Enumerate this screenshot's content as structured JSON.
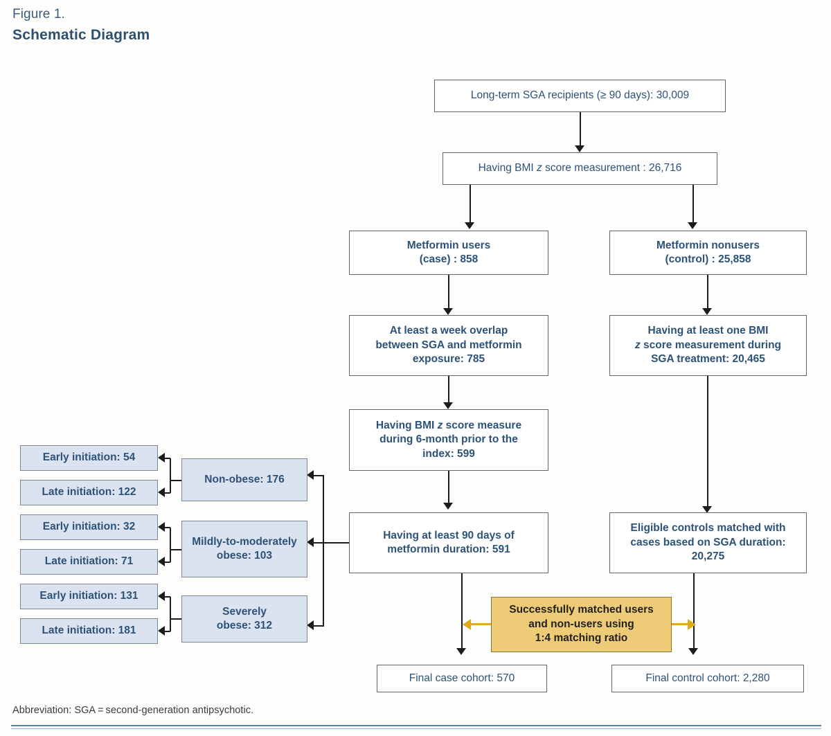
{
  "figure": {
    "label": "Figure 1.",
    "title": "Schematic Diagram",
    "footnote": "Abbreviation: SGA = second-generation antipsychotic."
  },
  "colors": {
    "title_blue": "#2d4f70",
    "box_text_blue": "#2d5277",
    "box_border_gray": "#5e6469",
    "blue_fill": "#dbe3f1",
    "gold_fill": "#eecb77",
    "gold_border": "#8c7434",
    "gold_arrow": "#e0a91e",
    "connector_black": "#1c1c1c",
    "rule_blue": "#5b7ea6"
  },
  "chart_data": {
    "type": "diagram",
    "title": "Schematic Diagram",
    "nodes": [
      {
        "id": "n1",
        "text": "Long-term SGA recipients (≥ 90 days): 30,009",
        "value": 30009
      },
      {
        "id": "n2",
        "text": "Having BMI z score measurement : 26,716",
        "value": 26716
      },
      {
        "id": "n3",
        "text": "Metformin users (case) : 858",
        "value": 858
      },
      {
        "id": "n4",
        "text": "Metformin nonusers (control) : 25,858",
        "value": 25858
      },
      {
        "id": "n5",
        "text": "At least a week overlap between SGA and metformin exposure: 785",
        "value": 785
      },
      {
        "id": "n6",
        "text": "Having at least one BMI z score measurement during SGA treatment: 20,465",
        "value": 20465
      },
      {
        "id": "n7",
        "text": "Having BMI z score measure during 6-month prior to the index: 599",
        "value": 599
      },
      {
        "id": "n8",
        "text": "Having at least 90 days of metformin duration: 591",
        "value": 591
      },
      {
        "id": "n9",
        "text": "Eligible controls matched with cases based on SGA duration: 20,275",
        "value": 20275
      },
      {
        "id": "n10",
        "text": "Successfully matched users and non-users using 1:4 matching ratio",
        "value": null
      },
      {
        "id": "n11",
        "text": "Final case cohort: 570",
        "value": 570
      },
      {
        "id": "n12",
        "text": "Final control cohort: 2,280",
        "value": 2280
      },
      {
        "id": "n13",
        "text": "Non-obese: 176",
        "value": 176
      },
      {
        "id": "n14",
        "text": "Mildly-to-moderately obese: 103",
        "value": 103
      },
      {
        "id": "n15",
        "text": "Severely obese: 312",
        "value": 312
      },
      {
        "id": "n16",
        "text": "Early initiation: 54",
        "value": 54
      },
      {
        "id": "n17",
        "text": "Late initiation: 122",
        "value": 122
      },
      {
        "id": "n18",
        "text": "Early initiation: 32",
        "value": 32
      },
      {
        "id": "n19",
        "text": "Late initiation: 71",
        "value": 71
      },
      {
        "id": "n20",
        "text": "Early initiation: 131",
        "value": 131
      },
      {
        "id": "n21",
        "text": "Late initiation: 181",
        "value": 181
      }
    ],
    "edges": [
      {
        "from": "n1",
        "to": "n2"
      },
      {
        "from": "n2",
        "to": "n3"
      },
      {
        "from": "n2",
        "to": "n4"
      },
      {
        "from": "n3",
        "to": "n5"
      },
      {
        "from": "n4",
        "to": "n6"
      },
      {
        "from": "n5",
        "to": "n7"
      },
      {
        "from": "n7",
        "to": "n8"
      },
      {
        "from": "n6",
        "to": "n9"
      },
      {
        "from": "n8",
        "to": "n13"
      },
      {
        "from": "n8",
        "to": "n14"
      },
      {
        "from": "n8",
        "to": "n15"
      },
      {
        "from": "n13",
        "to": "n16"
      },
      {
        "from": "n13",
        "to": "n17"
      },
      {
        "from": "n14",
        "to": "n18"
      },
      {
        "from": "n14",
        "to": "n19"
      },
      {
        "from": "n15",
        "to": "n20"
      },
      {
        "from": "n15",
        "to": "n21"
      },
      {
        "from": "n8",
        "to": "n11"
      },
      {
        "from": "n9",
        "to": "n12"
      },
      {
        "from": "n10",
        "to": "n11"
      },
      {
        "from": "n10",
        "to": "n12"
      }
    ]
  },
  "boxes": {
    "sga_recipients": {
      "pre": "Long-term SGA recipients (≥ 90 days): 30,009"
    },
    "bmi_measurement": {
      "pre": "Having BMI ",
      "italic": "z",
      "post": " score measurement : 26,716"
    },
    "metformin_users": {
      "line1": "Metformin users",
      "line2": "(case) : 858"
    },
    "metformin_nonusers": {
      "line1": "Metformin nonusers",
      "line2": "(control) : 25,858"
    },
    "week_overlap": {
      "line1": "At least a week overlap",
      "line2": "between SGA and metformin",
      "line3": "exposure: 785"
    },
    "one_bmi_during_sga": {
      "line1": "Having at least one BMI",
      "italic": "z",
      "line2": " score measurement during",
      "line3": "SGA treatment: 20,465"
    },
    "bmi_prior_index": {
      "pre": "Having BMI ",
      "italic": "z",
      "line1": " score measure",
      "line2": "during 6-month prior to the",
      "line3": "index: 599"
    },
    "metformin_90days": {
      "line1": "Having at least 90 days of",
      "line2": "metformin duration: 591"
    },
    "eligible_controls": {
      "line1": "Eligible controls matched with",
      "line2": "cases based on SGA duration:",
      "line3": "20,275"
    },
    "matching": {
      "line1": "Successfully matched users",
      "line2": "and non-users using",
      "line3": "1:4 matching ratio"
    },
    "final_case": {
      "text": "Final case cohort: 570"
    },
    "final_control": {
      "text": "Final control cohort: 2,280"
    },
    "non_obese": {
      "text": "Non-obese: 176"
    },
    "mild_mod_obese": {
      "line1": "Mildly-to-moderately",
      "line2": "obese: 103"
    },
    "severely_obese": {
      "line1": "Severely",
      "line2": "obese: 312"
    },
    "early_1": {
      "text": "Early initiation: 54"
    },
    "late_1": {
      "text": "Late initiation: 122"
    },
    "early_2": {
      "text": "Early initiation: 32"
    },
    "late_2": {
      "text": "Late initiation: 71"
    },
    "early_3": {
      "text": "Early initiation: 131"
    },
    "late_3": {
      "text": "Late initiation: 181"
    }
  }
}
